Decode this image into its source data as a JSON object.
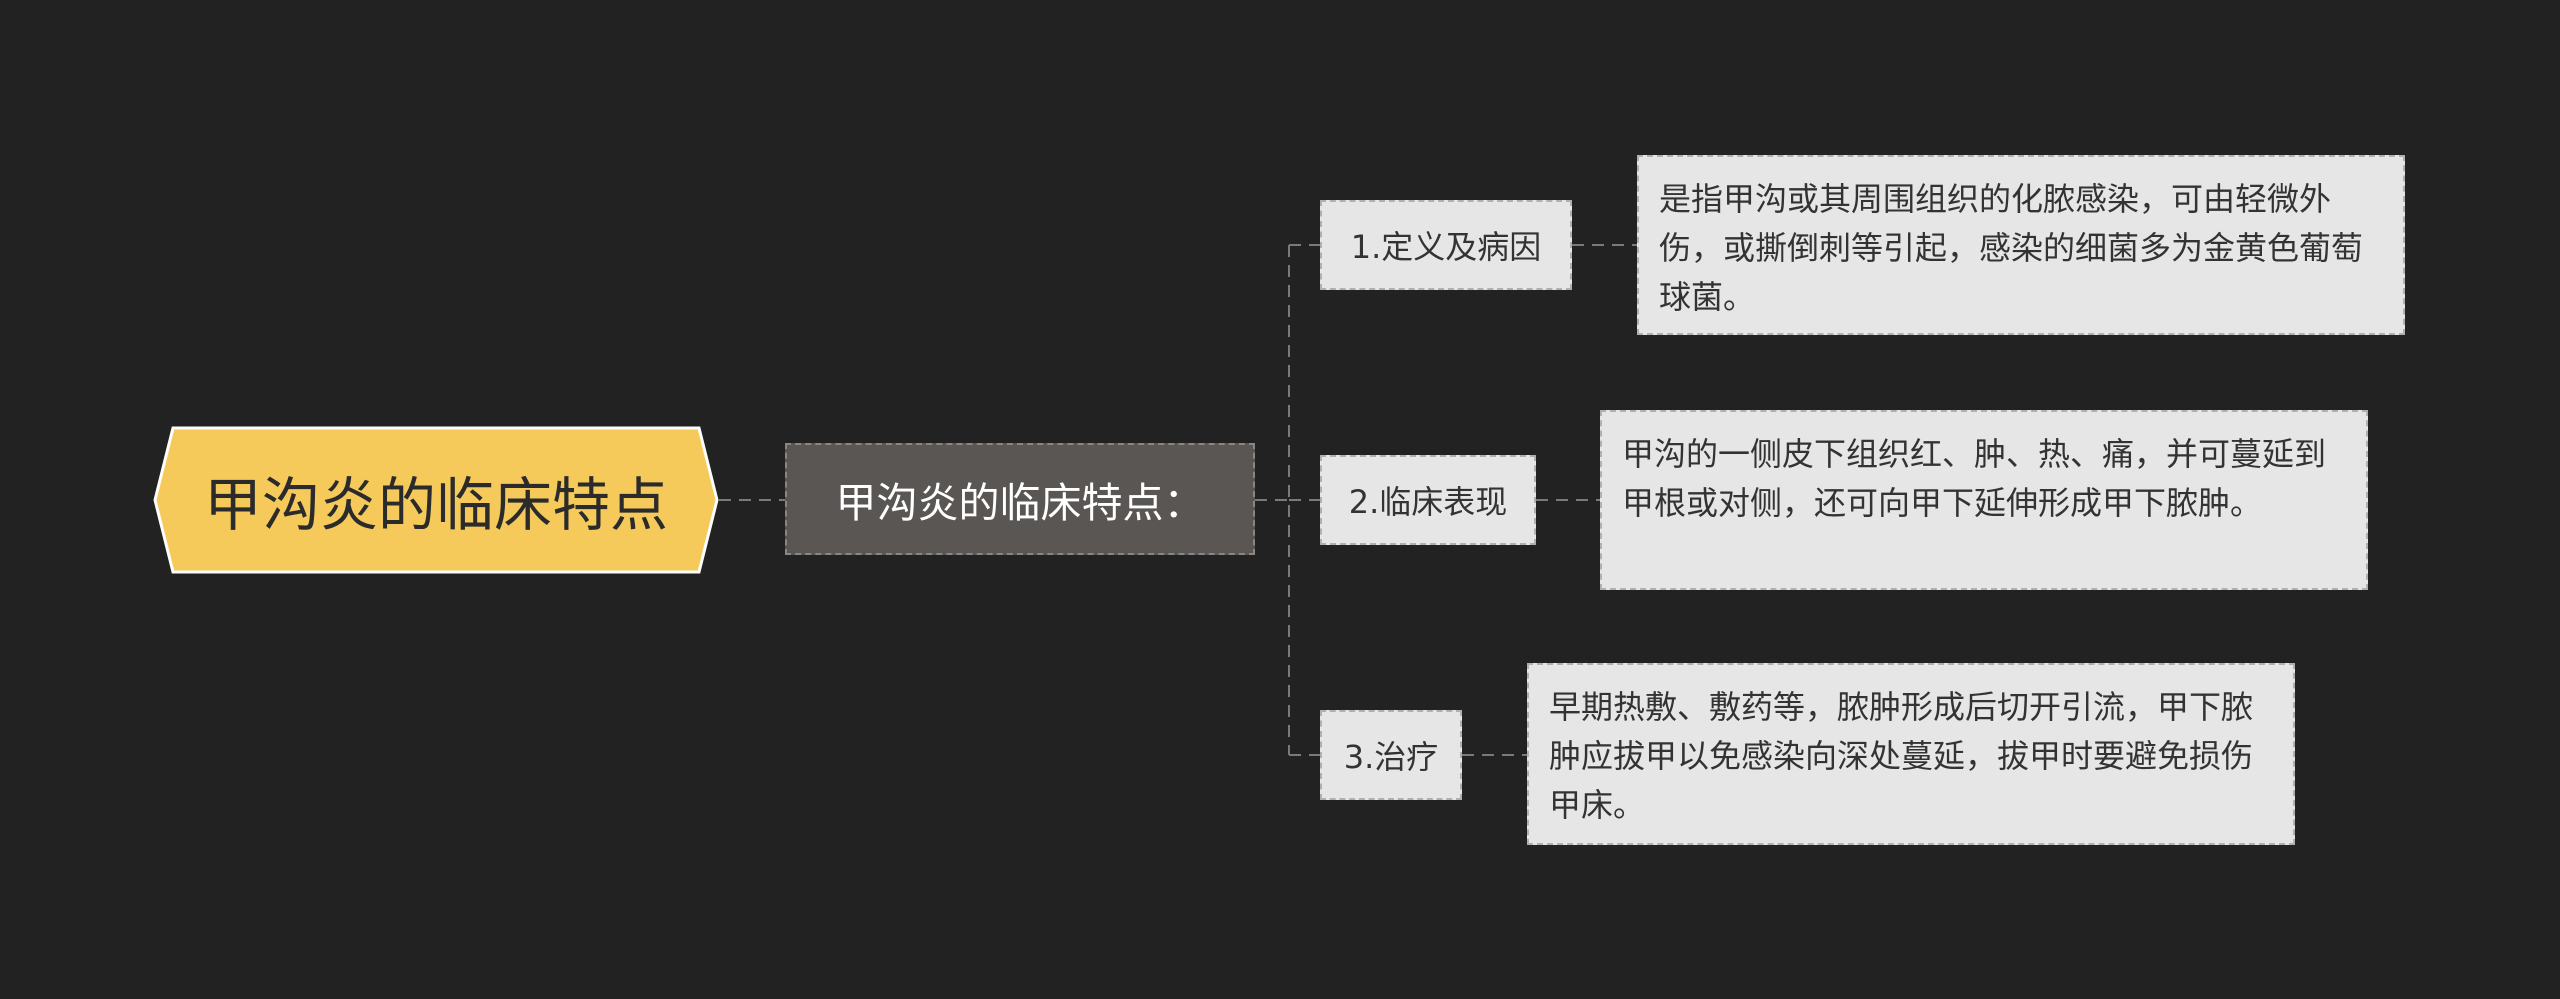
{
  "diagram": {
    "root": {
      "label": "甲沟炎的临床特点",
      "fill_color": "#f5ca5a",
      "border_color": "#ffffff"
    },
    "subtopic": {
      "label": "甲沟炎的临床特点："
    },
    "branches": [
      {
        "label": "1.定义及病因",
        "detail": "是指甲沟或其周围组织的化脓感染，可由轻微外伤，或撕倒刺等引起，感染的细菌多为金黄色葡萄球菌。"
      },
      {
        "label": "2.临床表现",
        "detail": "甲沟的一侧皮下组织红、肿、热、痛，并可蔓延到甲根或对侧，还可向甲下延伸形成甲下脓肿。"
      },
      {
        "label": "3.治疗",
        "detail": "早期热敷、敷药等，脓肿形成后切开引流，甲下脓肿应拔甲以免感染向深处蔓延，拔甲时要避免损伤甲床。"
      }
    ],
    "colors": {
      "background": "#222222",
      "connector": "#7a7a7a",
      "subtopic_fill": "#595654",
      "node_fill": "#e6e6e6"
    }
  }
}
